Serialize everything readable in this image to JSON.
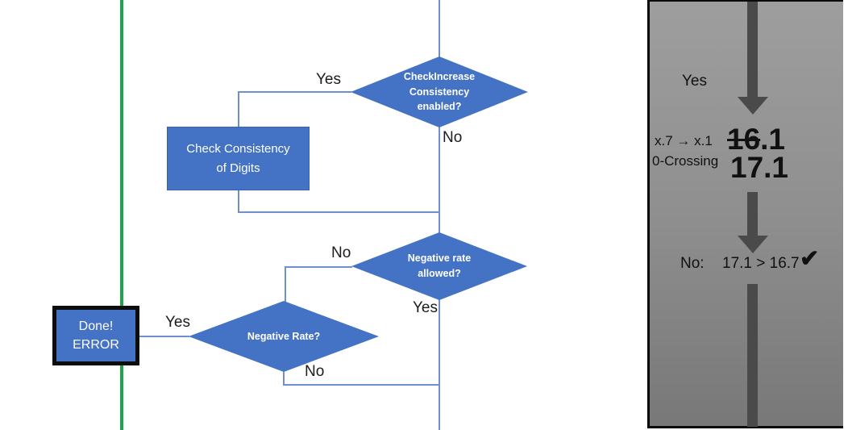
{
  "colors": {
    "shape_blue": "#4472C4",
    "connector_blue": "#6E8FD0",
    "green_line": "#1FA44D",
    "arrow_gray": "#4A4A4A",
    "panel_gray_top": "#9E9E9E",
    "panel_gray_bottom": "#787878"
  },
  "flowchart": {
    "decision_check_increase": {
      "label": "CheckIncrease Consistency enabled?",
      "yes": "Yes",
      "no": "No"
    },
    "process_check_consistency": {
      "label": "Check Consistency of Digits"
    },
    "decision_negative_rate_allowed": {
      "label": "Negative rate allowed?",
      "no": "No",
      "yes": "Yes"
    },
    "decision_negative_rate": {
      "label": "Negative Rate?",
      "yes": "Yes",
      "no": "No"
    },
    "terminator_done": {
      "line1": "Done!",
      "line2": "ERROR"
    }
  },
  "side_panel": {
    "yes_label": "Yes",
    "rule_line1": "x.7 → x.1",
    "rule_line2": "0-Crossing",
    "value_old_struck": "16",
    "value_old_suffix": ".1",
    "value_new": "17.1",
    "result_label": "No:",
    "comparison": "17.1 > 16.7",
    "check_mark": "✔"
  }
}
